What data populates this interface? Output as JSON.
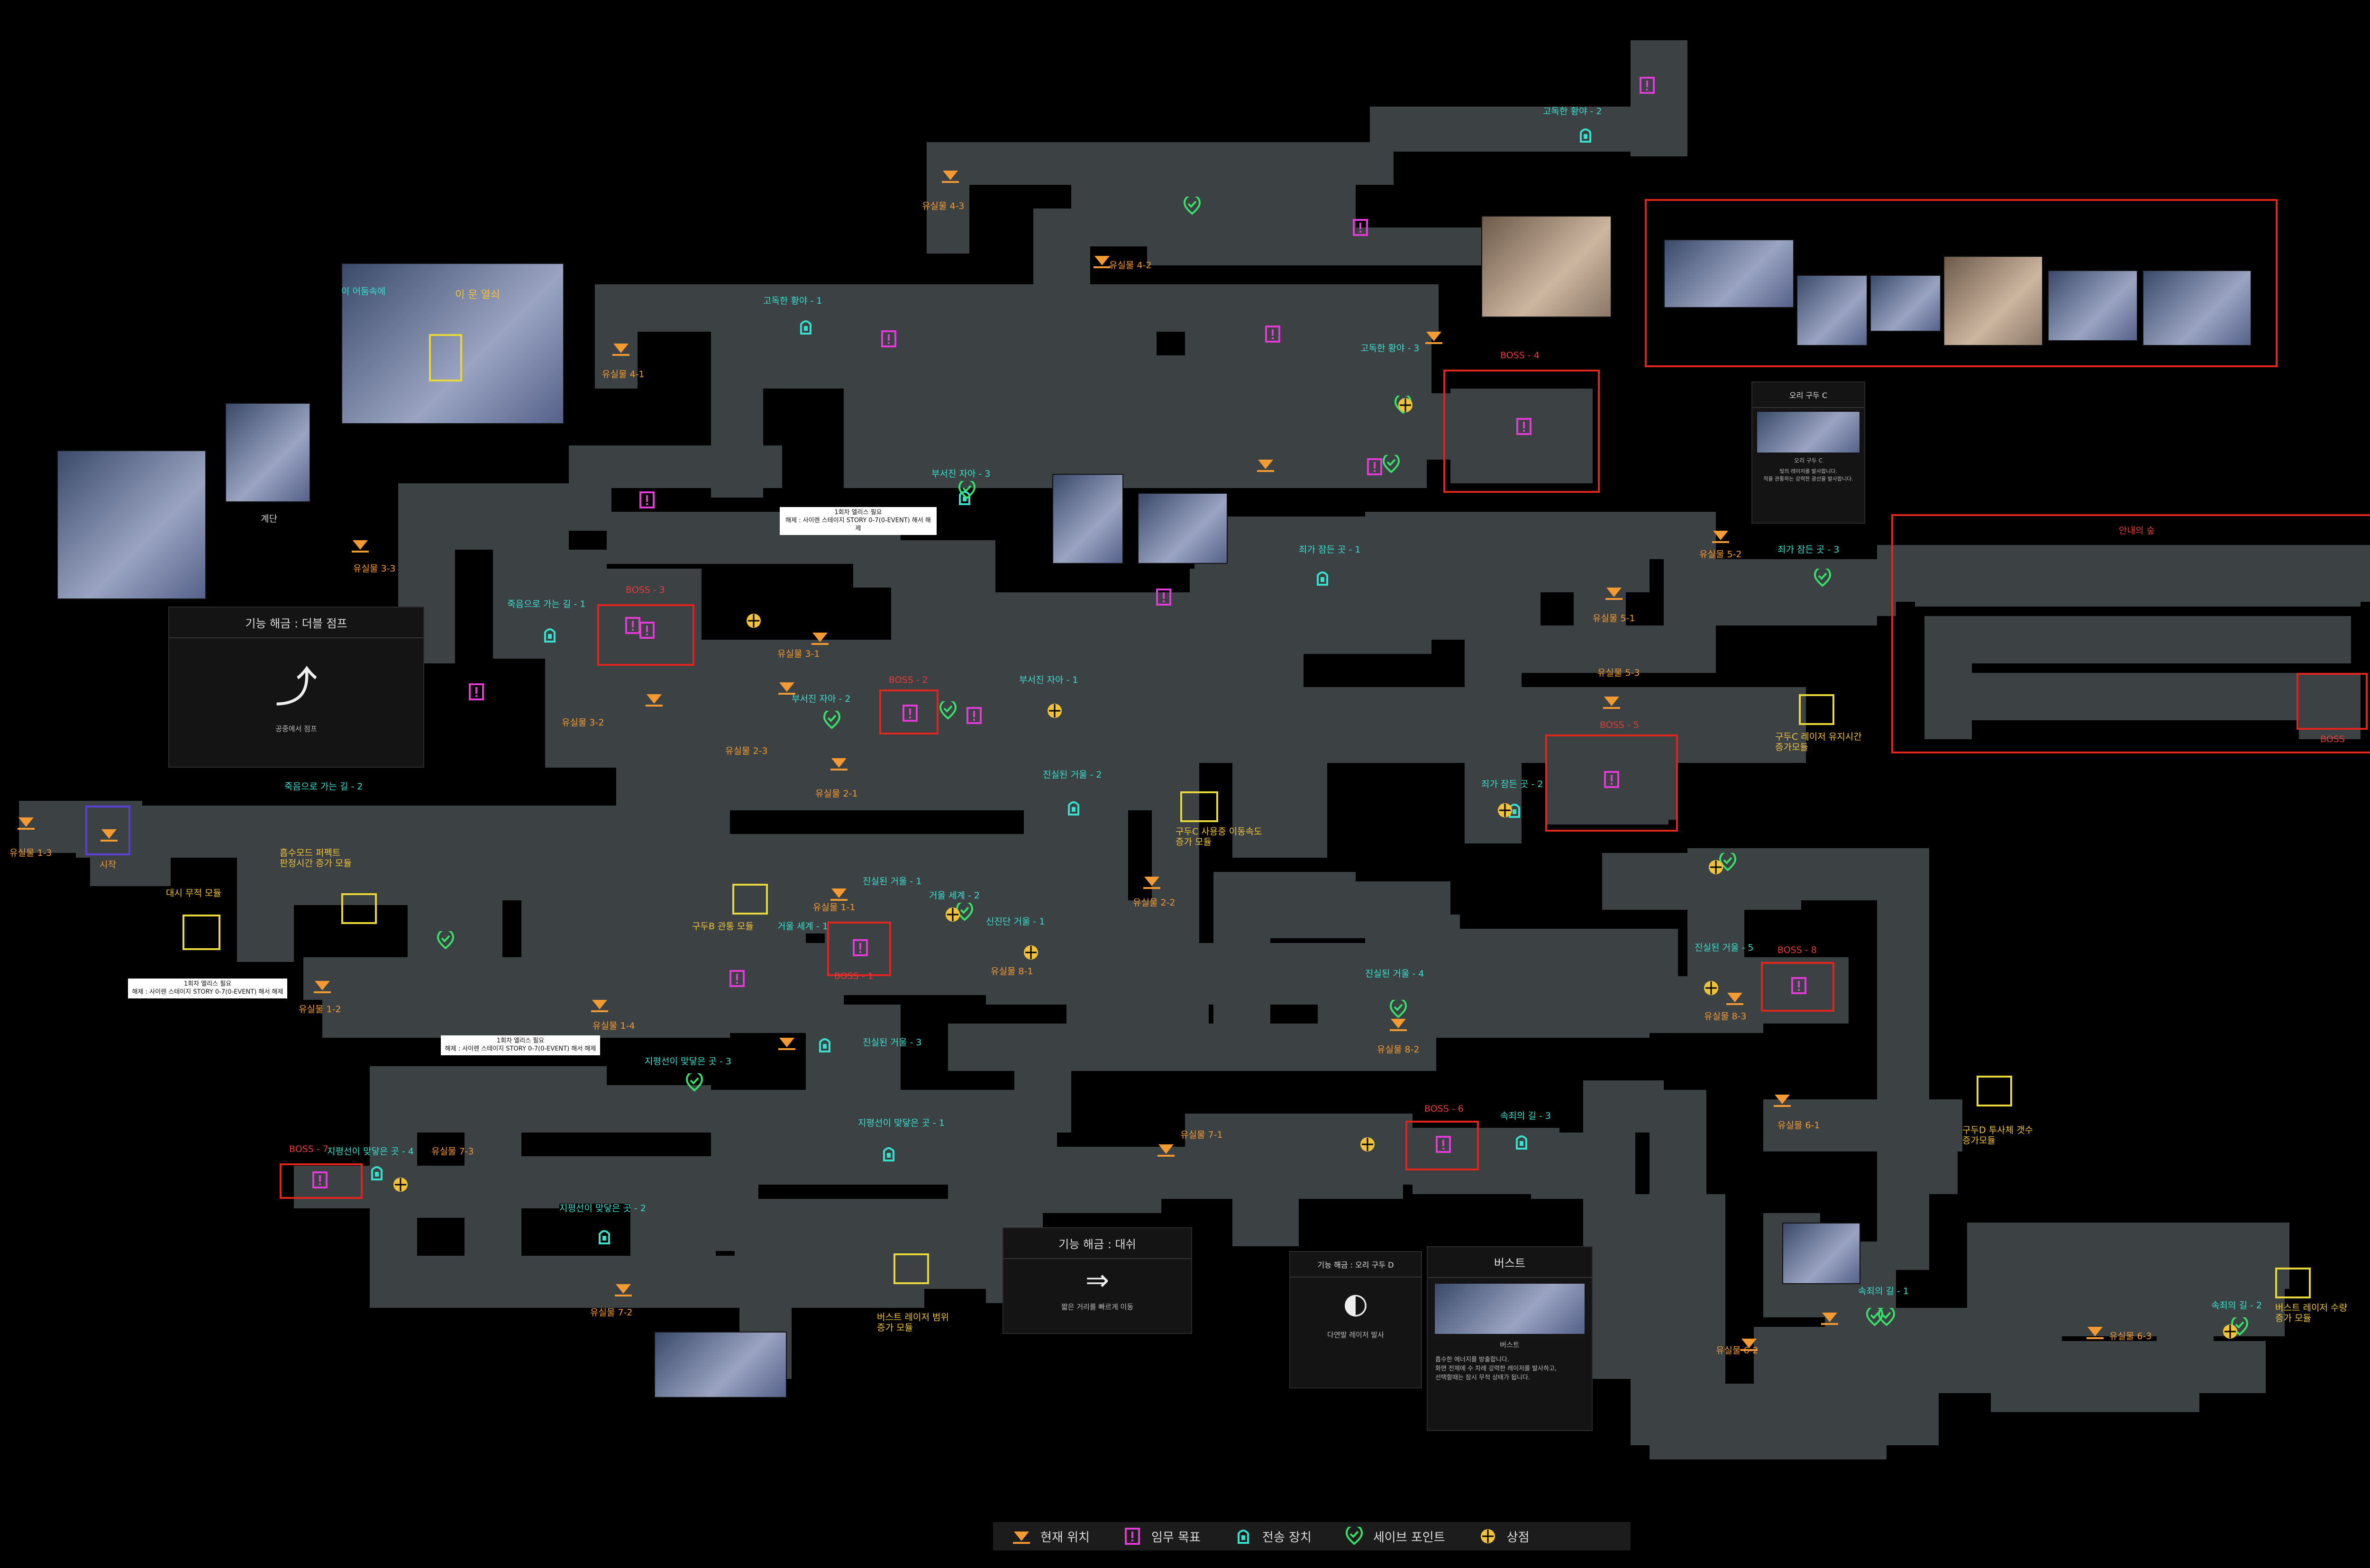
{
  "colors": {
    "room": "#3c4244",
    "current": "#f39a33",
    "mission": "#e23bd6",
    "teleport": "#38e0cf",
    "save": "#38e06a",
    "shop": "#f0c23a",
    "boss_frame": "#e0251f",
    "upgrade_frame": "#e8d83a"
  },
  "labels_orange": [
    {
      "id": "relic-1-3",
      "text": "유실물 1-3"
    },
    {
      "id": "relic-1-2",
      "text": "유실물 1-2"
    },
    {
      "id": "relic-1-4",
      "text": "유실물 1-4"
    },
    {
      "id": "relic-2-1",
      "text": "유실물 2-1"
    },
    {
      "id": "relic-2-2",
      "text": "유실물 2-2"
    },
    {
      "id": "relic-2-3",
      "text": "유실물 2-3"
    },
    {
      "id": "relic-3-1",
      "text": "유실물 3-1"
    },
    {
      "id": "relic-3-2",
      "text": "유실물 3-2"
    },
    {
      "id": "relic-3-3",
      "text": "유실물 3-3"
    },
    {
      "id": "relic-4-1",
      "text": "유실물 4-1"
    },
    {
      "id": "relic-4-2",
      "text": "유실물 4-2"
    },
    {
      "id": "relic-4-3",
      "text": "유실물 4-3"
    },
    {
      "id": "relic-5-1",
      "text": "유실물 5-1"
    },
    {
      "id": "relic-5-2",
      "text": "유실물 5-2"
    },
    {
      "id": "relic-5-3",
      "text": "유실물 5-3"
    },
    {
      "id": "relic-6-1",
      "text": "유실물 6-1"
    },
    {
      "id": "relic-6-2",
      "text": "유실물 6-2"
    },
    {
      "id": "relic-6-3",
      "text": "유실물 6-3"
    },
    {
      "id": "relic-7-1",
      "text": "유실물 7-1"
    },
    {
      "id": "relic-7-2",
      "text": "유실물 7-2"
    },
    {
      "id": "relic-7-3",
      "text": "유실물 7-3"
    },
    {
      "id": "relic-8-1",
      "text": "유실물 8-1"
    },
    {
      "id": "relic-8-2",
      "text": "유실물 8-2"
    },
    {
      "id": "relic-8-3",
      "text": "유실물 8-3"
    },
    {
      "id": "relic-1-1",
      "text": "유실물 1-1"
    },
    {
      "id": "start",
      "text": "시작"
    }
  ],
  "labels_cyan": [
    {
      "id": "lonely-1",
      "text": "고독한 황야 - 1"
    },
    {
      "id": "lonely-2",
      "text": "고독한 황야 - 2"
    },
    {
      "id": "lonely-3",
      "text": "고독한 황야 - 3"
    },
    {
      "id": "broken-self-1",
      "text": "부서진 자아 - 1"
    },
    {
      "id": "broken-self-2",
      "text": "부서진 자아 - 2"
    },
    {
      "id": "broken-self-3",
      "text": "부서진 자아 - 3"
    },
    {
      "id": "death-road-1",
      "text": "죽음으로 가는 길 - 1"
    },
    {
      "id": "death-road-2",
      "text": "죽음으로 가는 길 - 2"
    },
    {
      "id": "true-mirror-1",
      "text": "진실된 거울 - 1"
    },
    {
      "id": "true-mirror-2",
      "text": "진실된 거울 - 2"
    },
    {
      "id": "true-mirror-3",
      "text": "진실된 거울 - 3"
    },
    {
      "id": "true-mirror-4",
      "text": "진실된 거울 - 4"
    },
    {
      "id": "true-mirror-5",
      "text": "진실된 거울 - 5"
    },
    {
      "id": "mirror-world-1",
      "text": "거울 세계 - 1"
    },
    {
      "id": "mirror-world-2",
      "text": "거울 세계 - 2"
    },
    {
      "id": "godseat-1",
      "text": "신진단 거울 - 1"
    },
    {
      "id": "corridor-1",
      "text": "죄가 잠든 곳 - 1"
    },
    {
      "id": "corridor-2",
      "text": "죄가 잠든 곳 - 2"
    },
    {
      "id": "corridor-3",
      "text": "죄가 잠든 곳 - 3"
    },
    {
      "id": "horizon-1",
      "text": "지평선이 맞닿은 곳 - 1"
    },
    {
      "id": "horizon-2",
      "text": "지평선이 맞닿은 곳 - 2"
    },
    {
      "id": "horizon-3",
      "text": "지평선이 맞닿은 곳 - 3"
    },
    {
      "id": "horizon-4",
      "text": "지평선이 맞닿은 곳 - 4"
    },
    {
      "id": "redemption-1",
      "text": "속죄의 길 - 1"
    },
    {
      "id": "redemption-2",
      "text": "속죄의 길 - 2"
    },
    {
      "id": "redemption-3",
      "text": "속죄의 길 - 3"
    }
  ],
  "labels_red": [
    {
      "id": "boss-1",
      "text": "BOSS - 1"
    },
    {
      "id": "boss-2",
      "text": "BOSS - 2"
    },
    {
      "id": "boss-3",
      "text": "BOSS - 3"
    },
    {
      "id": "boss-4",
      "text": "BOSS - 4"
    },
    {
      "id": "boss-5",
      "text": "BOSS - 5"
    },
    {
      "id": "boss-6",
      "text": "BOSS - 6"
    },
    {
      "id": "boss-7",
      "text": "BOSS - 7"
    },
    {
      "id": "boss-8",
      "text": "BOSS - 8"
    },
    {
      "id": "boss-final",
      "text": "BOSS"
    },
    {
      "id": "guide-forest",
      "text": "안내의 숲"
    }
  ],
  "labels_yellow": [
    {
      "id": "dash-invuln",
      "text": "대시 무적 모듈"
    },
    {
      "id": "absorb-mode",
      "text": "흡수모드 퍼펙트\n판정시간 증가 모듈"
    },
    {
      "id": "gudu-b",
      "text": "구두B 관통 모듈"
    },
    {
      "id": "gudu-c-speed",
      "text": "구두C 사용중 이동속도\n증가 모듈"
    },
    {
      "id": "gudu-c-laser",
      "text": "구두C 레이저 유지시간\n증가모듈"
    },
    {
      "id": "gudu-d",
      "text": "구두D 투사체 갯수\n증가모듈"
    },
    {
      "id": "burst-range",
      "text": "버스트 레이저 범위\n증가 모듈"
    },
    {
      "id": "burst-amount",
      "text": "버스트 레이저 수량\n증가 모듈"
    },
    {
      "id": "door-key",
      "text": "이 문 열쇠"
    },
    {
      "id": "ladder",
      "text": "계단"
    },
    {
      "id": "dark-hidden",
      "text": "이 어둠속에"
    }
  ],
  "cards": {
    "double_jump": {
      "title": "기능 해금 : 더블 점프",
      "caption": "공중에서 점프"
    },
    "dash": {
      "title": "기능 해금 : 대쉬",
      "caption": "짧은 거리를 빠르게 이동"
    },
    "gudu_d": {
      "title": "기능 해금 : 오리 구두 D",
      "caption": "다연발 레이저 발사"
    },
    "burst": {
      "title": "버스트",
      "subtitle": "버스트",
      "body": "흡수한 에너지를 방출합니다.\n화면 전체에 수 차례 강력한 레이저를 발사하고,\n선택할때는 잠시 무적 상태가 됩니다."
    },
    "gudu_c": {
      "title": "오리 구두 C",
      "subtitle": "오리 구두 C",
      "body": "빛의 레이저를 발사합니다.\n적을 관통하는 강력한 광선을 발사합니다."
    }
  },
  "notes": [
    {
      "id": "note-1",
      "text": "1회차 엘리스 필요\n해제 : 사이렌 스테이지 STORY 0-7(0-EVENT) 해서 해제"
    },
    {
      "id": "note-2",
      "text": "1회차 엘리스 필요\n해제 : 사이렌 스테이지 STORY 0-7(0-EVENT) 해서 해제"
    },
    {
      "id": "note-3",
      "text": "1회차 엘리스 필요\n해제 : 사이렌 스테이지 STORY 0-7(0-EVENT) 해서 해제"
    }
  ],
  "legend": [
    {
      "icon": "current-location-icon",
      "label": "현재 위치"
    },
    {
      "icon": "mission-icon",
      "label": "임무 목표"
    },
    {
      "icon": "teleport-icon",
      "label": "전송 장치"
    },
    {
      "icon": "save-point-icon",
      "label": "세이브 포인트"
    },
    {
      "icon": "shop-icon",
      "label": "상점"
    }
  ]
}
